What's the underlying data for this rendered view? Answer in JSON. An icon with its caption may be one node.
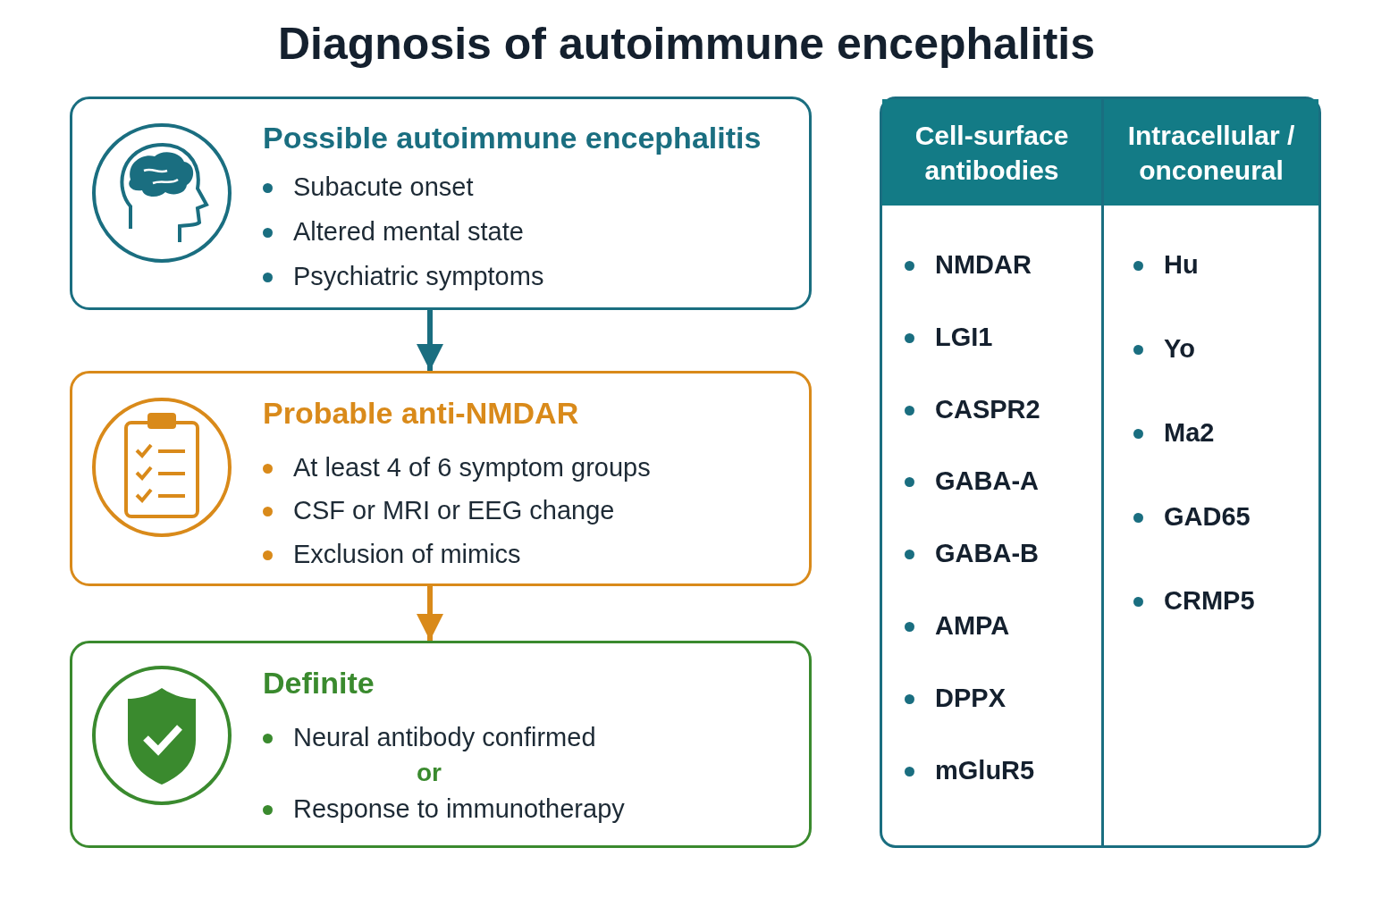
{
  "diagram": {
    "title": "Diagnosis of autoimmune encephalitis",
    "nodes": [
      {
        "text": [
          "Possible autoimmune encephalitis",
          "Subacute onset",
          "Altered mental state",
          "Psychiatric symptoms"
        ]
      },
      {
        "text": [
          "Probable anti-NMDAR",
          "At least 4 of 6 symptom groups",
          "CSF or MRI or EEG change",
          "Exclusion of mimics"
        ]
      },
      {
        "text": [
          "Definite",
          "Neural antibody confirmed",
          "or",
          "Response to immunotherapy"
        ]
      }
    ],
    "edges": [
      {
        "from": 0,
        "to": 1,
        "arrow": "to",
        "color": "#1a6e80"
      },
      {
        "from": 1,
        "to": 2,
        "arrow": "to",
        "color": "#d98a1a"
      }
    ],
    "labels": [
      "Cell-surface antibodies",
      "Intracellular / onconeural",
      "NMDAR",
      "Hu",
      "LGI1",
      "Yo",
      "CASPR2",
      "Ma2",
      "GABA-A",
      "GAD65",
      "GABA-B",
      "CRMP5",
      "AMPA",
      "DPPX",
      "mGluR5"
    ]
  }
}
